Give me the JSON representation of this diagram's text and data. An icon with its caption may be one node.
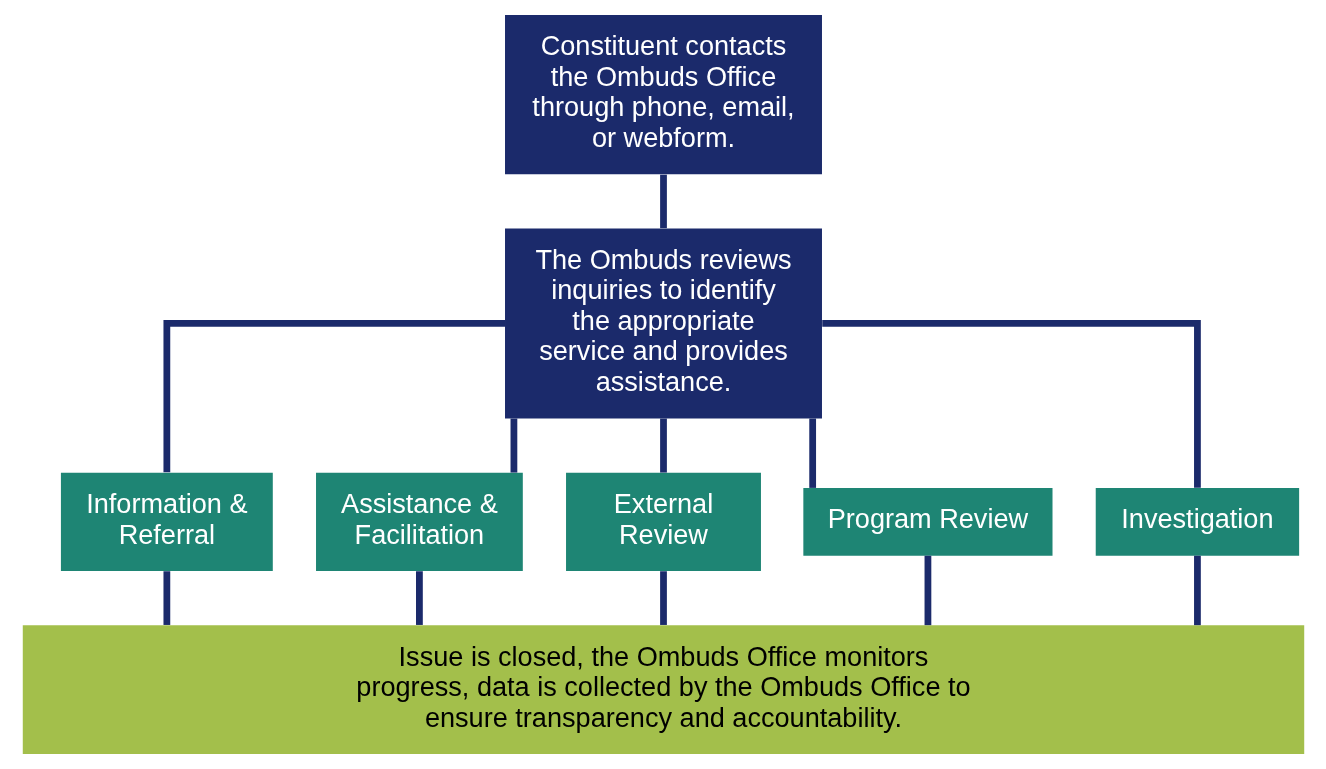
{
  "diagram": {
    "nodes": [
      {
        "text": [
          "Constituent contacts the Ombuds Office through phone, email, or webform."
        ]
      },
      {
        "text": [
          "The Ombuds reviews inquiries to identify the appropriate service and provides assistance."
        ]
      },
      {
        "text": [
          "Information & Referral"
        ]
      },
      {
        "text": [
          "Assistance & Facilitation"
        ]
      },
      {
        "text": [
          "External Review"
        ]
      },
      {
        "text": [
          "Program Review"
        ]
      },
      {
        "text": [
          "Investigation"
        ]
      },
      {
        "text": [
          "Issue is closed, the Ombuds Office monitors progress, data is collected by the Ombuds Office to ensure transparency and accountability."
        ]
      }
    ],
    "edges": [
      {
        "from": 0,
        "to": 1,
        "arrow": "none"
      },
      {
        "from": 1,
        "to": 2,
        "arrow": "none"
      },
      {
        "from": 1,
        "to": 3,
        "arrow": "none"
      },
      {
        "from": 1,
        "to": 4,
        "arrow": "none"
      },
      {
        "from": 1,
        "to": 5,
        "arrow": "none"
      },
      {
        "from": 1,
        "to": 6,
        "arrow": "none"
      },
      {
        "from": 2,
        "to": 7,
        "arrow": "none"
      },
      {
        "from": 3,
        "to": 7,
        "arrow": "none"
      },
      {
        "from": 4,
        "to": 7,
        "arrow": "none"
      },
      {
        "from": 5,
        "to": 7,
        "arrow": "none"
      },
      {
        "from": 6,
        "to": 7,
        "arrow": "none"
      }
    ]
  }
}
